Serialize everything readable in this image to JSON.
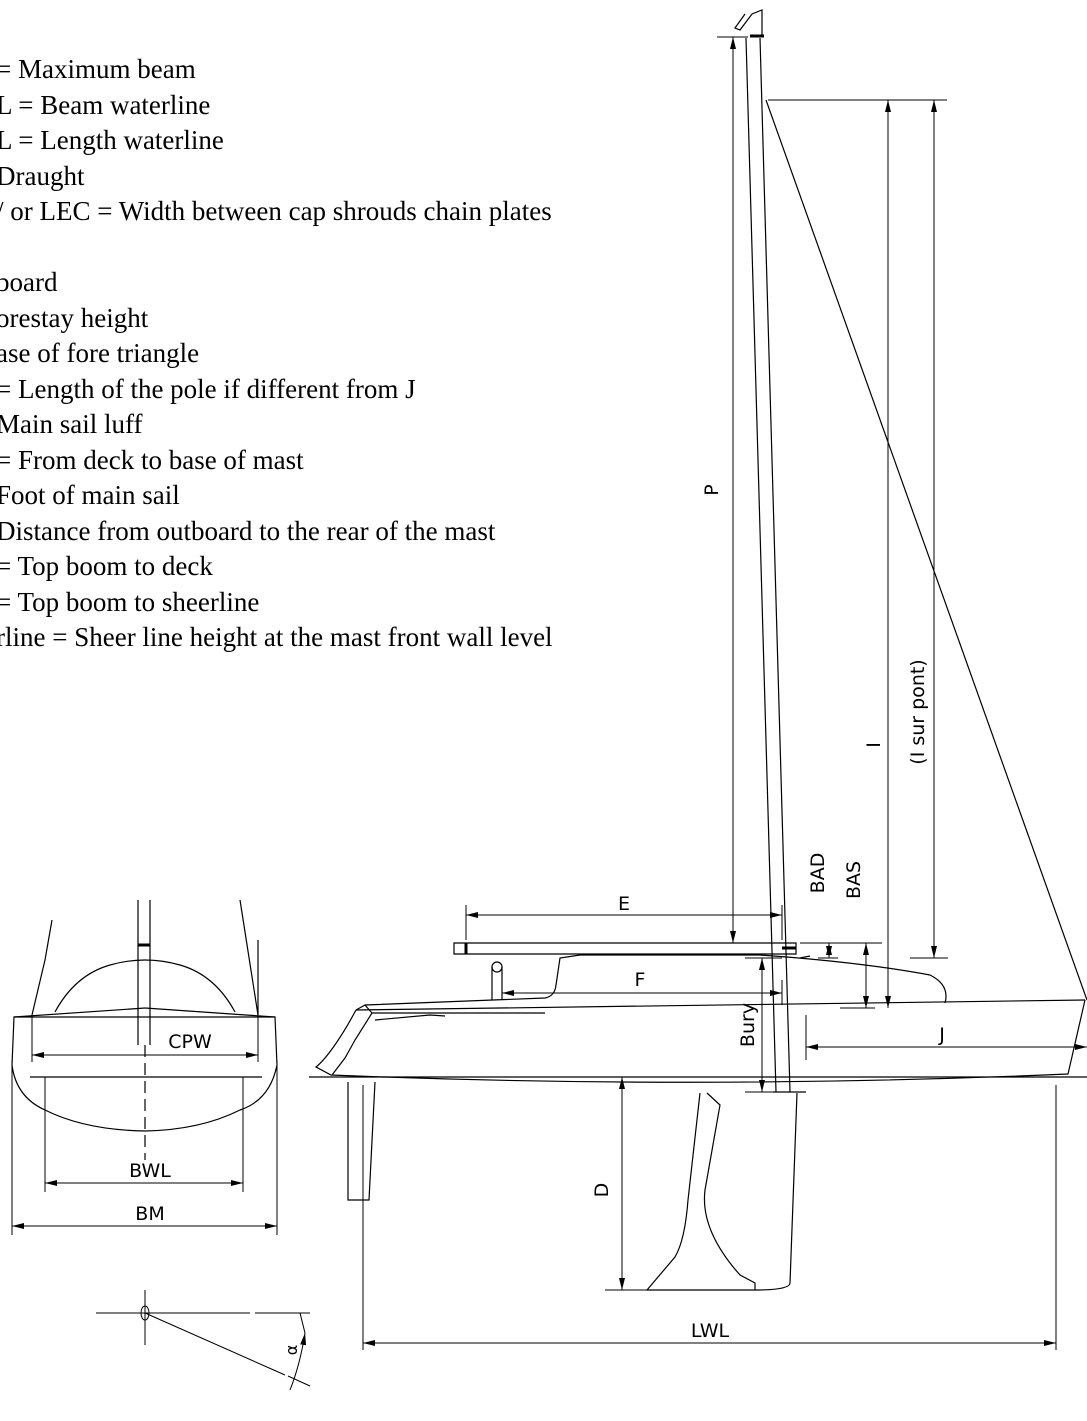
{
  "legend": [
    "= Maximum beam",
    "L = Beam waterline",
    "L = Length waterline",
    "Draught",
    "/ or LEC = Width between cap shrouds chain plates",
    "",
    "board",
    "orestay height",
    "ase of fore triangle",
    "= Length of the pole if different from J",
    "Main sail luff",
    "= From deck to base of mast",
    "Foot of main sail",
    "Distance from outboard to the rear of the mast",
    " = Top boom to deck",
    " = Top boom to sheerline",
    "rline = Sheer line height at the mast front wall level"
  ],
  "labels": {
    "P": "P",
    "I": "I",
    "I_sur_pont": "(I sur pont)",
    "E": "E",
    "F": "F",
    "BAD": "BAD",
    "BAS": "BAS",
    "J": "J",
    "Bury": "Bury",
    "D": "D",
    "LWL": "LWL",
    "CPW": "CPW",
    "BWL": "BWL",
    "BM": "BM",
    "alpha": "α"
  }
}
